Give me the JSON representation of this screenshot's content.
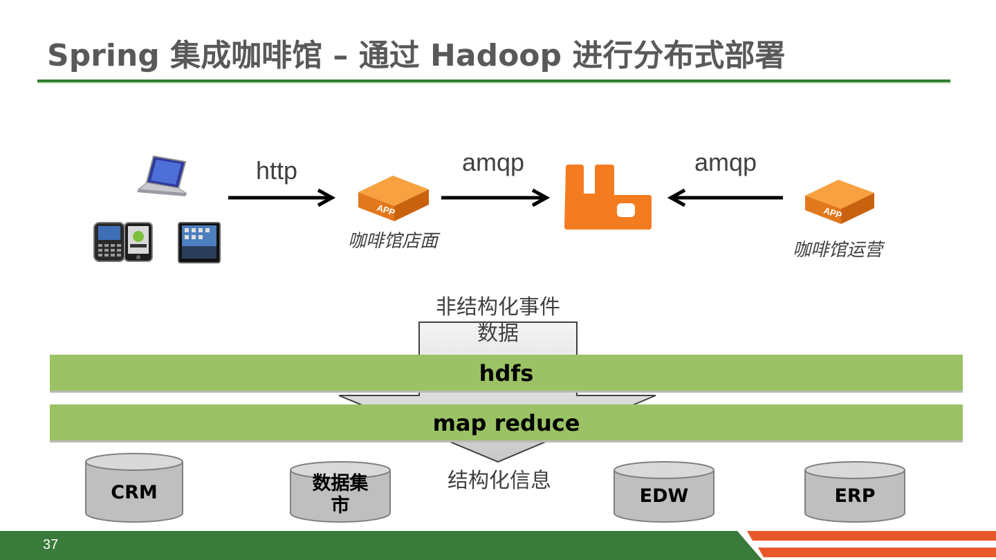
{
  "slide": {
    "title": "Spring  集成咖啡馆 – 通过  Hadoop  进行分布式部署",
    "page_number": "37"
  },
  "flow": {
    "http_label": "http",
    "amqp_left_label": "amqp",
    "amqp_right_label": "amqp",
    "app_label": "APP",
    "store_caption": "咖啡馆店面",
    "ops_caption": "咖啡馆运营"
  },
  "pipeline": {
    "input_label": "非结构化事件数据",
    "input_line1": "非结构化事件",
    "input_line2": "数据",
    "hdfs_label": "hdfs",
    "mapreduce_label": "map reduce",
    "output_label": "结构化信息"
  },
  "stores": {
    "crm": "CRM",
    "datamart": "数据集市",
    "datamart_line1": "数据集",
    "datamart_line2": "市",
    "edw": "EDW",
    "erp": "ERP"
  },
  "colors": {
    "title_text": "#595959",
    "title_rule": "#2e7d32",
    "band_green": "#9bc264",
    "rabbit_orange": "#f47c20",
    "footer_green": "#3a7a3a",
    "footer_orange": "#e8592a"
  }
}
